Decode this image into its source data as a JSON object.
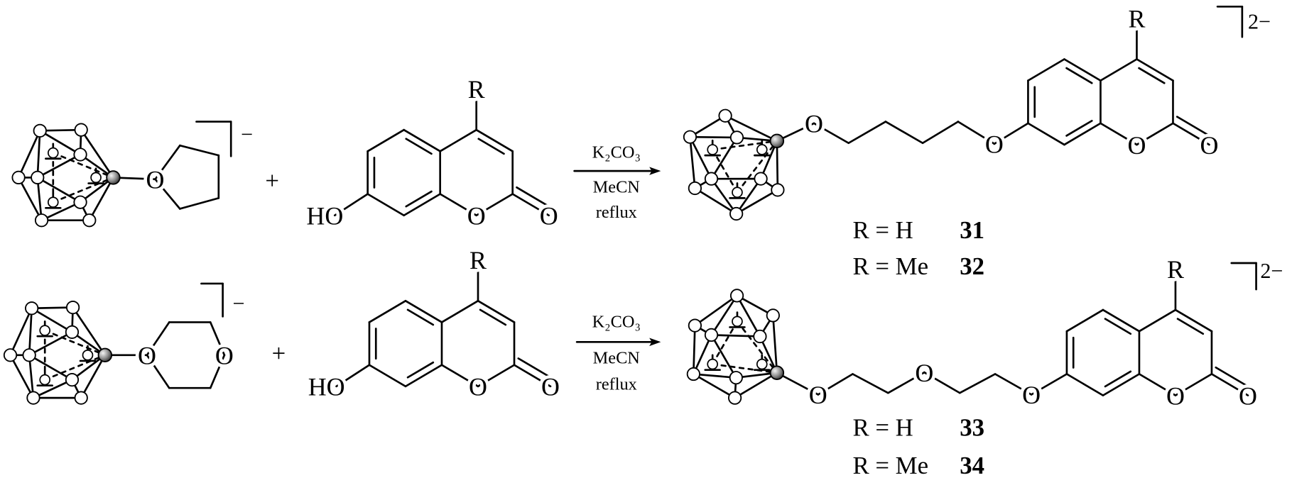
{
  "atoms": {
    "O": "O",
    "HO": "HO",
    "R": "R"
  },
  "plus": "+",
  "charges": {
    "mono": "−",
    "di": "2−"
  },
  "conditions": {
    "reagent": "K₂CO₃",
    "solvent": "MeCN",
    "temperature": "reflux"
  },
  "products": [
    {
      "r_label": "R = H",
      "number": "31"
    },
    {
      "r_label": "R = Me",
      "number": "32"
    },
    {
      "r_label": "R = H",
      "number": "33"
    },
    {
      "r_label": "R = Me",
      "number": "34"
    }
  ],
  "colors": {
    "ink": "#000000",
    "boron_vertex": "#ffffff",
    "carbon_vertex": "#888888"
  }
}
